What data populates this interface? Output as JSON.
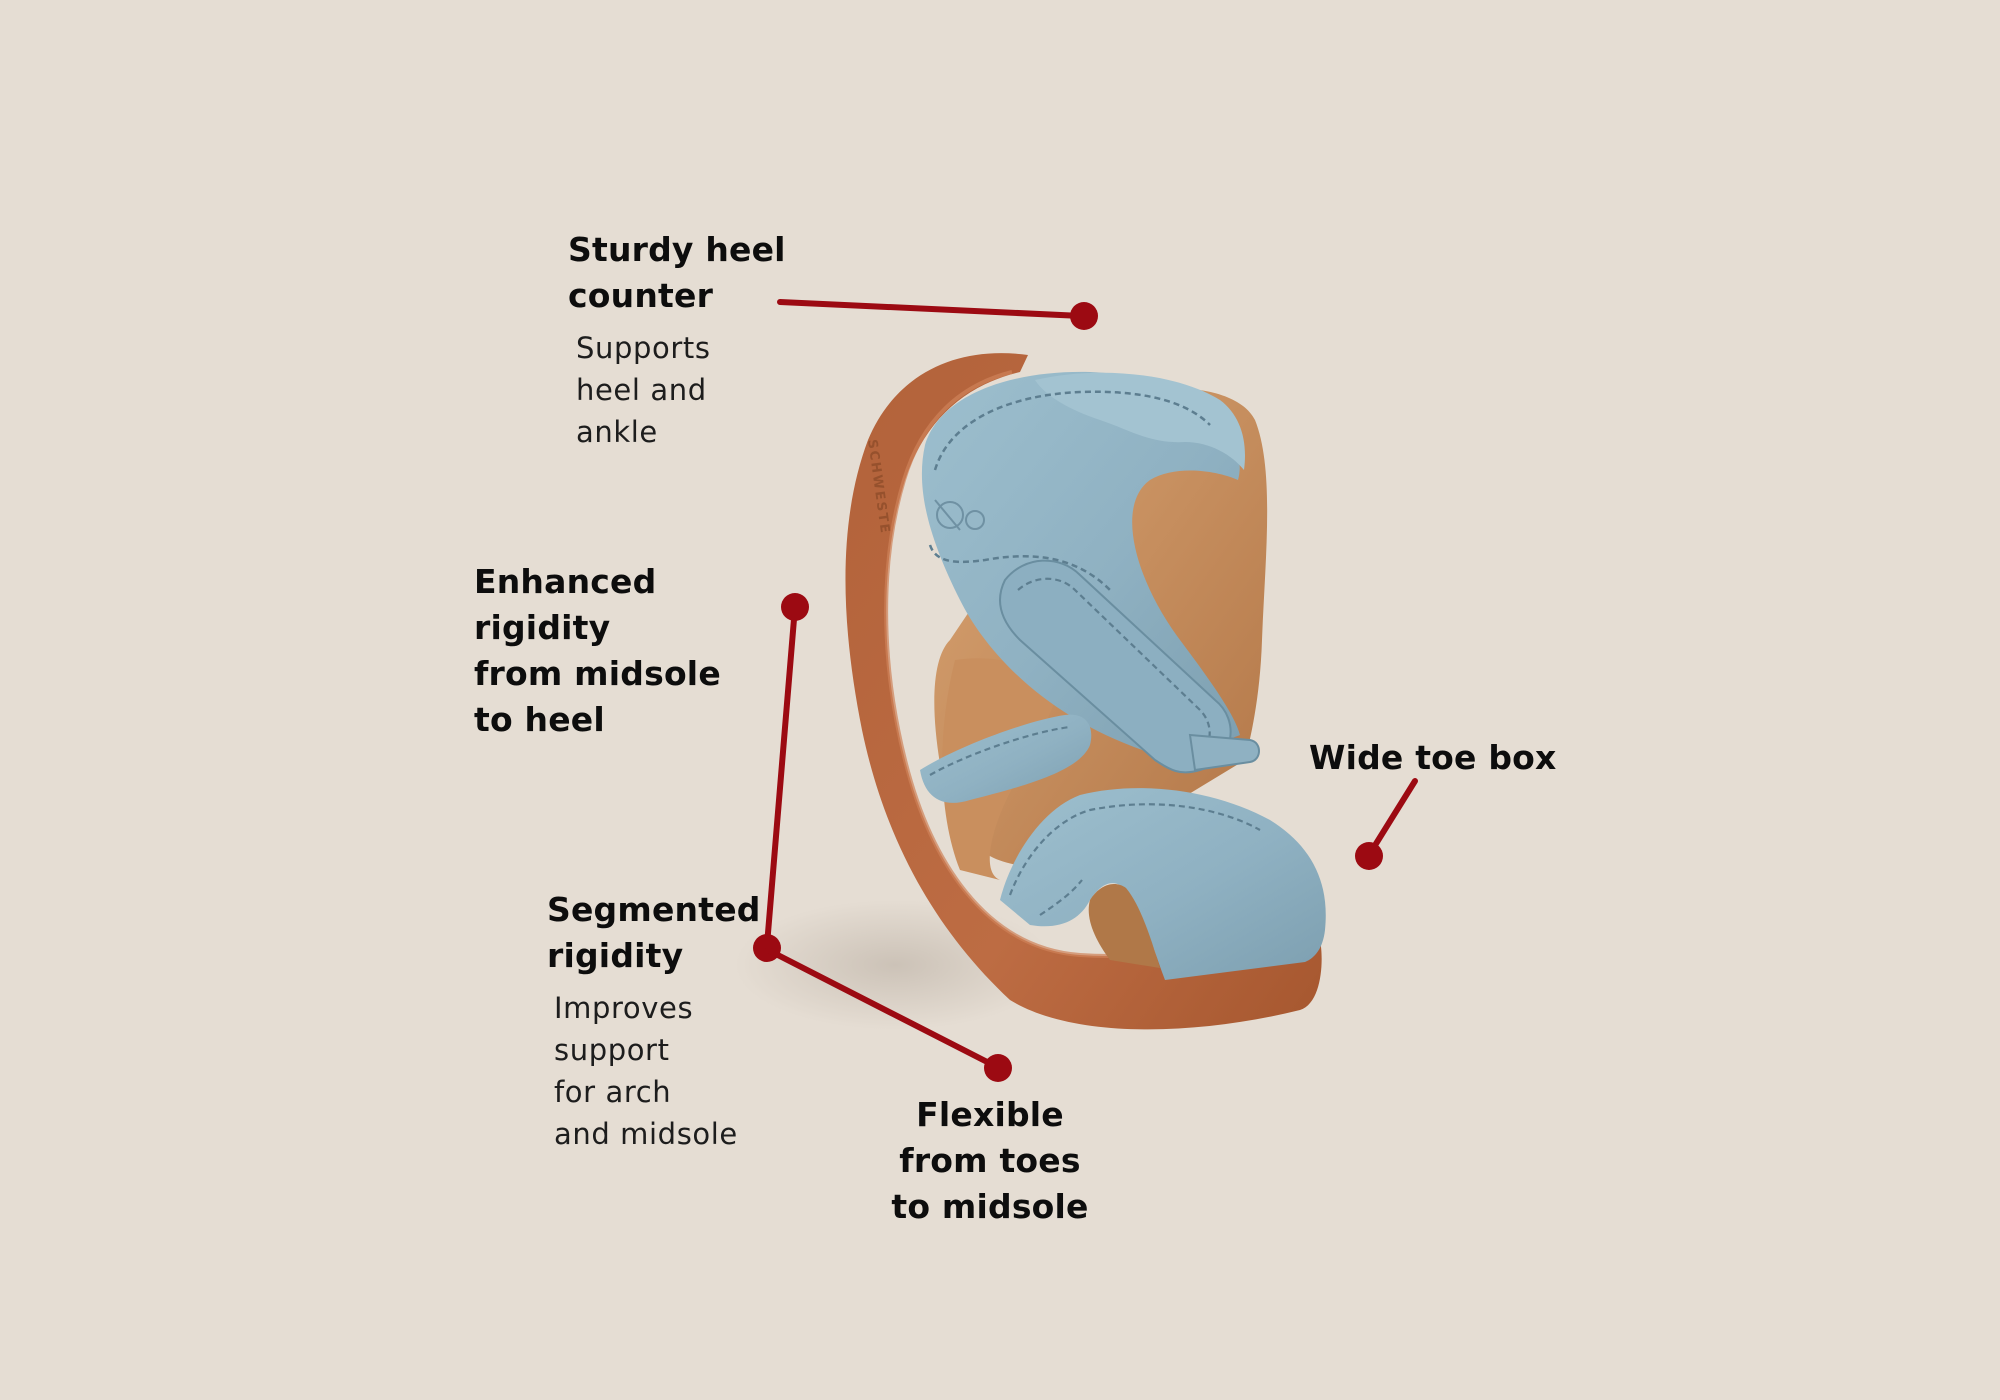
{
  "callouts": {
    "heel_counter": {
      "title": "Sturdy heel\ncounter",
      "desc": "Supports\nheel and\nankle"
    },
    "rigidity": {
      "title": "Enhanced\nrigidity\nfrom midsole\nto heel"
    },
    "segmented": {
      "title": "Segmented\nrigidity",
      "desc": "Improves\nsupport\nfor arch\nand midsole"
    },
    "flexible": {
      "title": "Flexible\nfrom toes\nto midsole"
    },
    "toe_box": {
      "title": "Wide toe box"
    }
  },
  "colors": {
    "background": "#e5ddd3",
    "accent": "#9c0a12",
    "leather": "#8fb2c4",
    "sole": "#b8673f",
    "lining": "#c78e5c"
  },
  "product_image": {
    "subject": "shoe-photo",
    "brand_imprint": "SCHWESTE"
  }
}
